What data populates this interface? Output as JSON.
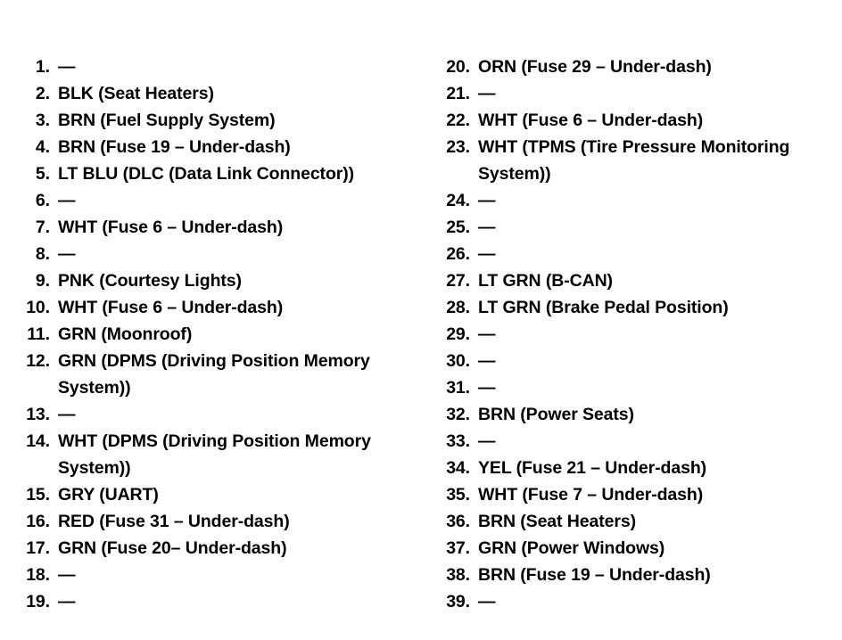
{
  "document": {
    "type": "connector-terminal-legend",
    "background_color": "#ffffff",
    "text_color": "#000000",
    "empty_marker": "—"
  },
  "columns": [
    {
      "name": "left-column",
      "items": [
        {
          "number": "1.",
          "text": "—"
        },
        {
          "number": "2.",
          "text": "BLK (Seat Heaters)"
        },
        {
          "number": "3.",
          "text": "BRN (Fuel Supply System)"
        },
        {
          "number": "4.",
          "text": "BRN (Fuse 19 – Under-dash)"
        },
        {
          "number": "5.",
          "text": "LT BLU (DLC (Data Link Connector))"
        },
        {
          "number": "6.",
          "text": "—"
        },
        {
          "number": "7.",
          "text": "WHT (Fuse 6 – Under-dash)"
        },
        {
          "number": "8.",
          "text": "—"
        },
        {
          "number": "9.",
          "text": "PNK (Courtesy Lights)"
        },
        {
          "number": "10.",
          "text": "WHT (Fuse 6 – Under-dash)"
        },
        {
          "number": "11.",
          "text": "GRN (Moonroof)"
        },
        {
          "number": "12.",
          "text": "GRN (DPMS (Driving Position Memory System))"
        },
        {
          "number": "13.",
          "text": "—"
        },
        {
          "number": "14.",
          "text": "WHT (DPMS (Driving Position Memory System))"
        },
        {
          "number": "15.",
          "text": "GRY (UART)"
        },
        {
          "number": "16.",
          "text": "RED (Fuse 31 – Under-dash)"
        },
        {
          "number": "17.",
          "text": "GRN (Fuse 20– Under-dash)"
        },
        {
          "number": "18.",
          "text": "—"
        },
        {
          "number": "19.",
          "text": "—"
        }
      ]
    },
    {
      "name": "right-column",
      "items": [
        {
          "number": "20.",
          "text": "ORN (Fuse 29 – Under-dash)"
        },
        {
          "number": "21.",
          "text": "—"
        },
        {
          "number": "22.",
          "text": "WHT (Fuse 6 – Under-dash)"
        },
        {
          "number": "23.",
          "text": "WHT (TPMS (Tire Pressure Monitoring System))"
        },
        {
          "number": "24.",
          "text": "—"
        },
        {
          "number": "25.",
          "text": "—"
        },
        {
          "number": "26.",
          "text": "—"
        },
        {
          "number": "27.",
          "text": "LT GRN (B-CAN)"
        },
        {
          "number": "28.",
          "text": "LT GRN (Brake Pedal Position)"
        },
        {
          "number": "29.",
          "text": "—"
        },
        {
          "number": "30.",
          "text": "—"
        },
        {
          "number": "31.",
          "text": "—"
        },
        {
          "number": "32.",
          "text": "BRN (Power Seats)"
        },
        {
          "number": "33.",
          "text": "—"
        },
        {
          "number": "34.",
          "text": "YEL (Fuse 21 – Under-dash)"
        },
        {
          "number": "35.",
          "text": "WHT (Fuse 7 – Under-dash)"
        },
        {
          "number": "36.",
          "text": "BRN (Seat Heaters)"
        },
        {
          "number": "37.",
          "text": "GRN (Power Windows)"
        },
        {
          "number": "38.",
          "text": "BRN (Fuse 19 – Under-dash)"
        },
        {
          "number": "39.",
          "text": "—"
        }
      ]
    }
  ]
}
